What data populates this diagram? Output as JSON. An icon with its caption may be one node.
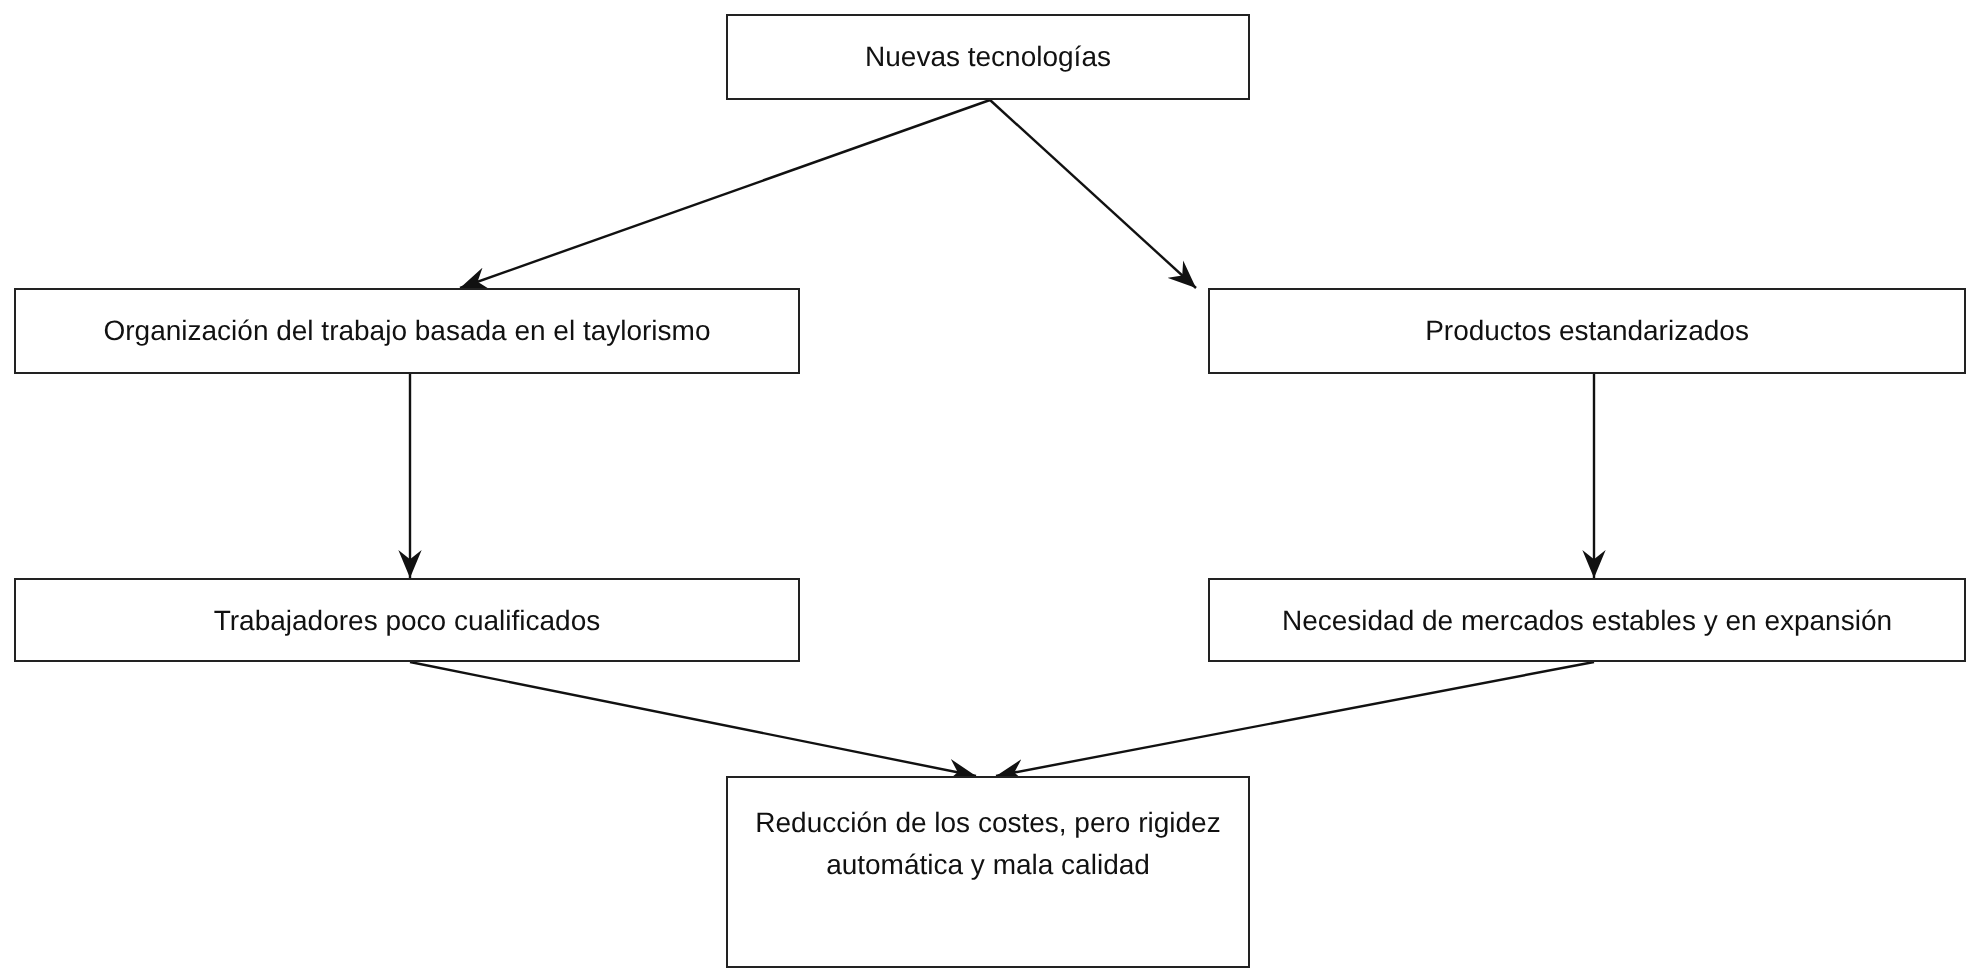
{
  "diagram": {
    "nodes": [
      {
        "text": [
          "Nuevas tecnologías"
        ]
      },
      {
        "text": [
          "Organización del trabajo basada en el taylorismo"
        ]
      },
      {
        "text": [
          "Productos estandarizados"
        ]
      },
      {
        "text": [
          "Trabajadores poco cualificados"
        ]
      },
      {
        "text": [
          "Necesidad de mercados estables y en expansión"
        ]
      },
      {
        "text": [
          "Reducción de los costes, pero rigidez automática y mala calidad"
        ]
      }
    ],
    "edges": [
      {
        "from": 0,
        "to": 1,
        "arrow": "to"
      },
      {
        "from": 0,
        "to": 2,
        "arrow": "to"
      },
      {
        "from": 1,
        "to": 3,
        "arrow": "to"
      },
      {
        "from": 2,
        "to": 4,
        "arrow": "to"
      },
      {
        "from": 3,
        "to": 5,
        "arrow": "to"
      },
      {
        "from": 4,
        "to": 5,
        "arrow": "to"
      }
    ]
  }
}
